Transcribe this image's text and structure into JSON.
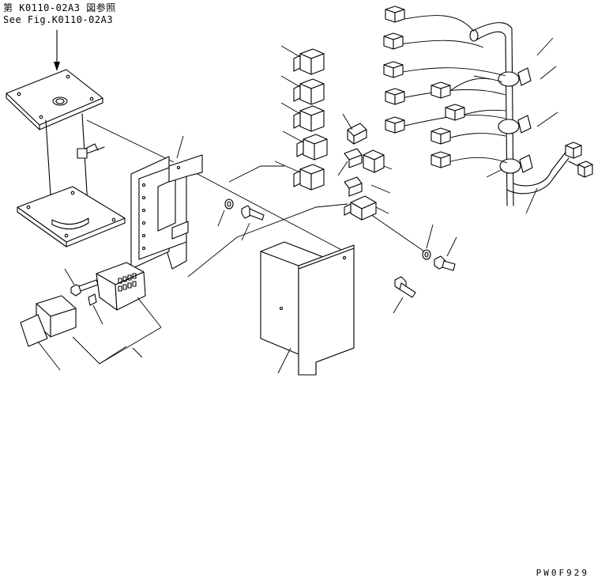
{
  "reference": {
    "line_jp": "第 K0110-02A3 図参照",
    "line_en": "See Fig.K0110-02A3"
  },
  "drawing_code": "PW0F929"
}
